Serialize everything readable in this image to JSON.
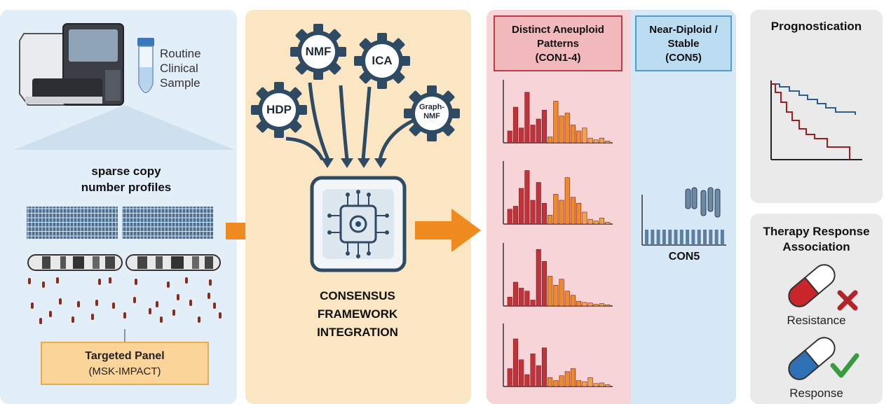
{
  "sample": {
    "label": "Routine\nClinical\nSample",
    "profiles_title": "sparse copy\nnumber profiles",
    "panel_title": "Targeted Panel",
    "panel_subtitle": "(MSK-IMPACT)"
  },
  "framework": {
    "methods": [
      "NMF",
      "ICA",
      "HDP",
      "Graph-\nNMF"
    ],
    "label": "CONSENSUS\nFRAMEWORK\nINTEGRATION"
  },
  "patterns": {
    "aneuploid_title": "Distinct Aneuploid\nPatterns\n(CON1-4)",
    "diploid_title": "Near-Diploid /\nStable\n(CON5)",
    "con5_label": "CON5"
  },
  "outcomes": {
    "prognosis_title": "Prognostication",
    "therapy_title": "Therapy Response\nAssociation",
    "resistance_label": "Resistance",
    "response_label": "Response"
  },
  "colors": {
    "sample_bg": "#e2eef8",
    "framework_bg": "#fbe6c4",
    "aneuploid_bg": "#f6d4d8",
    "diploid_bg": "#d6e8f6",
    "outcome_bg": "#eaeaea",
    "arrow": "#ee8a1e",
    "gear": "#2f4a63",
    "dark_red": "#9c1f1f",
    "orange": "#ef8a2a",
    "navy_line": "#2a5f8e"
  }
}
